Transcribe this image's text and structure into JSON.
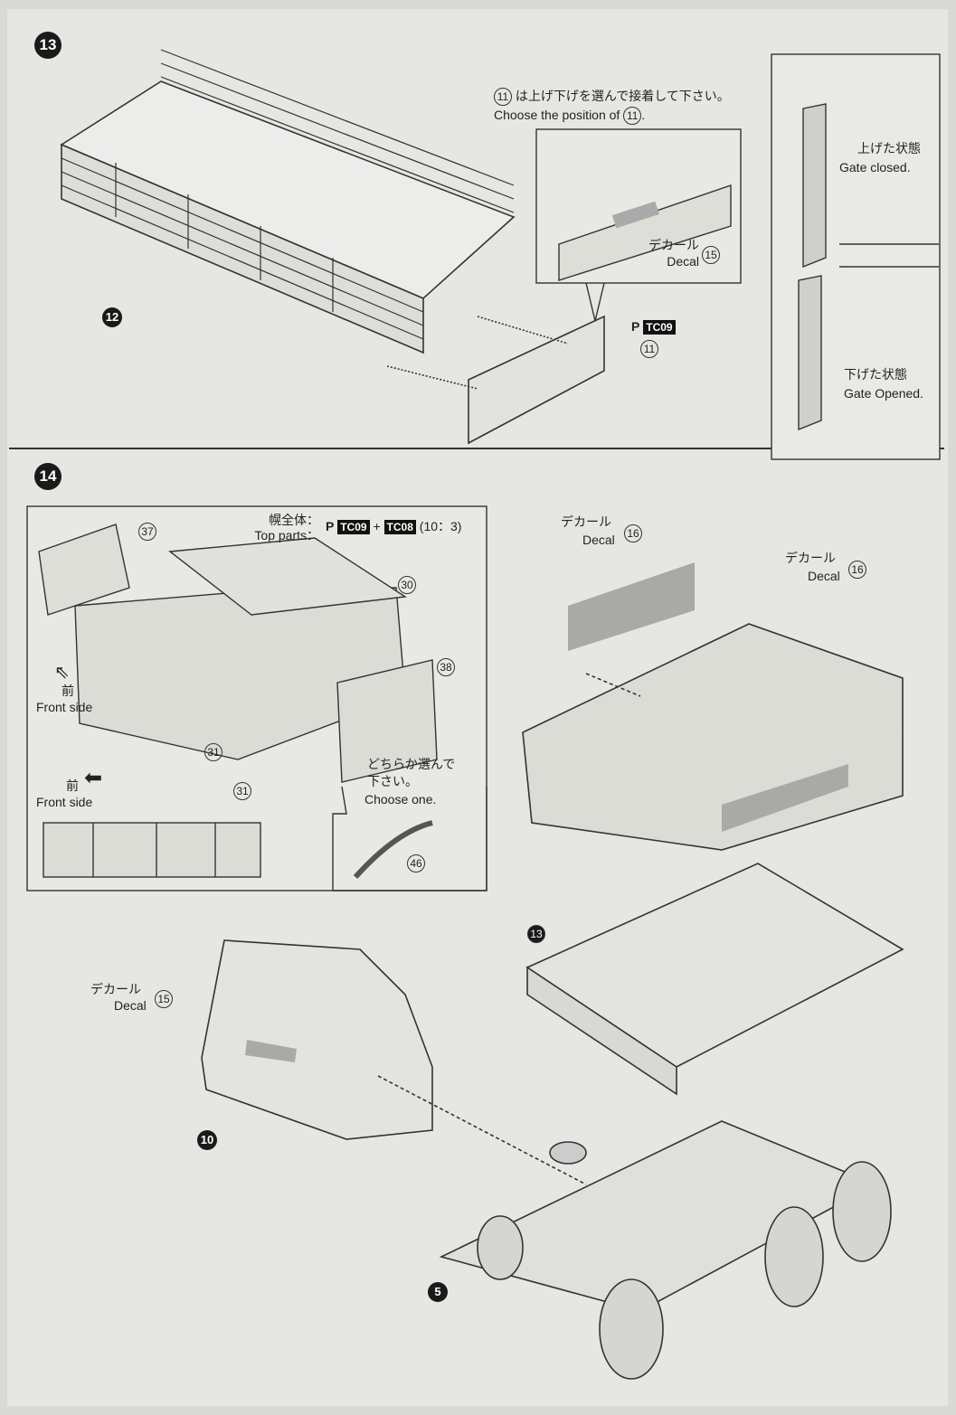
{
  "step13": {
    "number": "13",
    "part_12": "12",
    "part_11": "11",
    "runner_letter": "P",
    "runner_tag": "TC09",
    "instruction_ja": "は上げ下げを選んで接着して下さい。",
    "instruction_en": "Choose the position of",
    "instruction_ref": "11",
    "decal_ja": "デカール",
    "decal_en": "Decal",
    "decal_num": "15",
    "gate_closed_ja": "上げた状態",
    "gate_closed_en": "Gate closed.",
    "gate_opened_ja": "下げた状態",
    "gate_opened_en": "Gate Opened."
  },
  "step14": {
    "number": "14",
    "top_parts_ja": "幌全体：",
    "top_parts_en": "Top parts：",
    "runner_letter": "P",
    "tag_a": "TC09",
    "plus": "+",
    "tag_b": "TC08",
    "ratio": "(10：3)",
    "parts": {
      "p37": "37",
      "p30": "30",
      "p38": "38",
      "p31": "31",
      "p31b": "31",
      "p46": "46",
      "p13": "13",
      "p10": "10",
      "p5": "5"
    },
    "front_ja": "前",
    "front_en": "Front side",
    "choose_ja_1": "どちらか選んで",
    "choose_ja_2": "下さい。",
    "choose_en": "Choose one.",
    "decal_ja": "デカール",
    "decal_en": "Decal",
    "decal_16": "16",
    "decal_15": "15"
  }
}
